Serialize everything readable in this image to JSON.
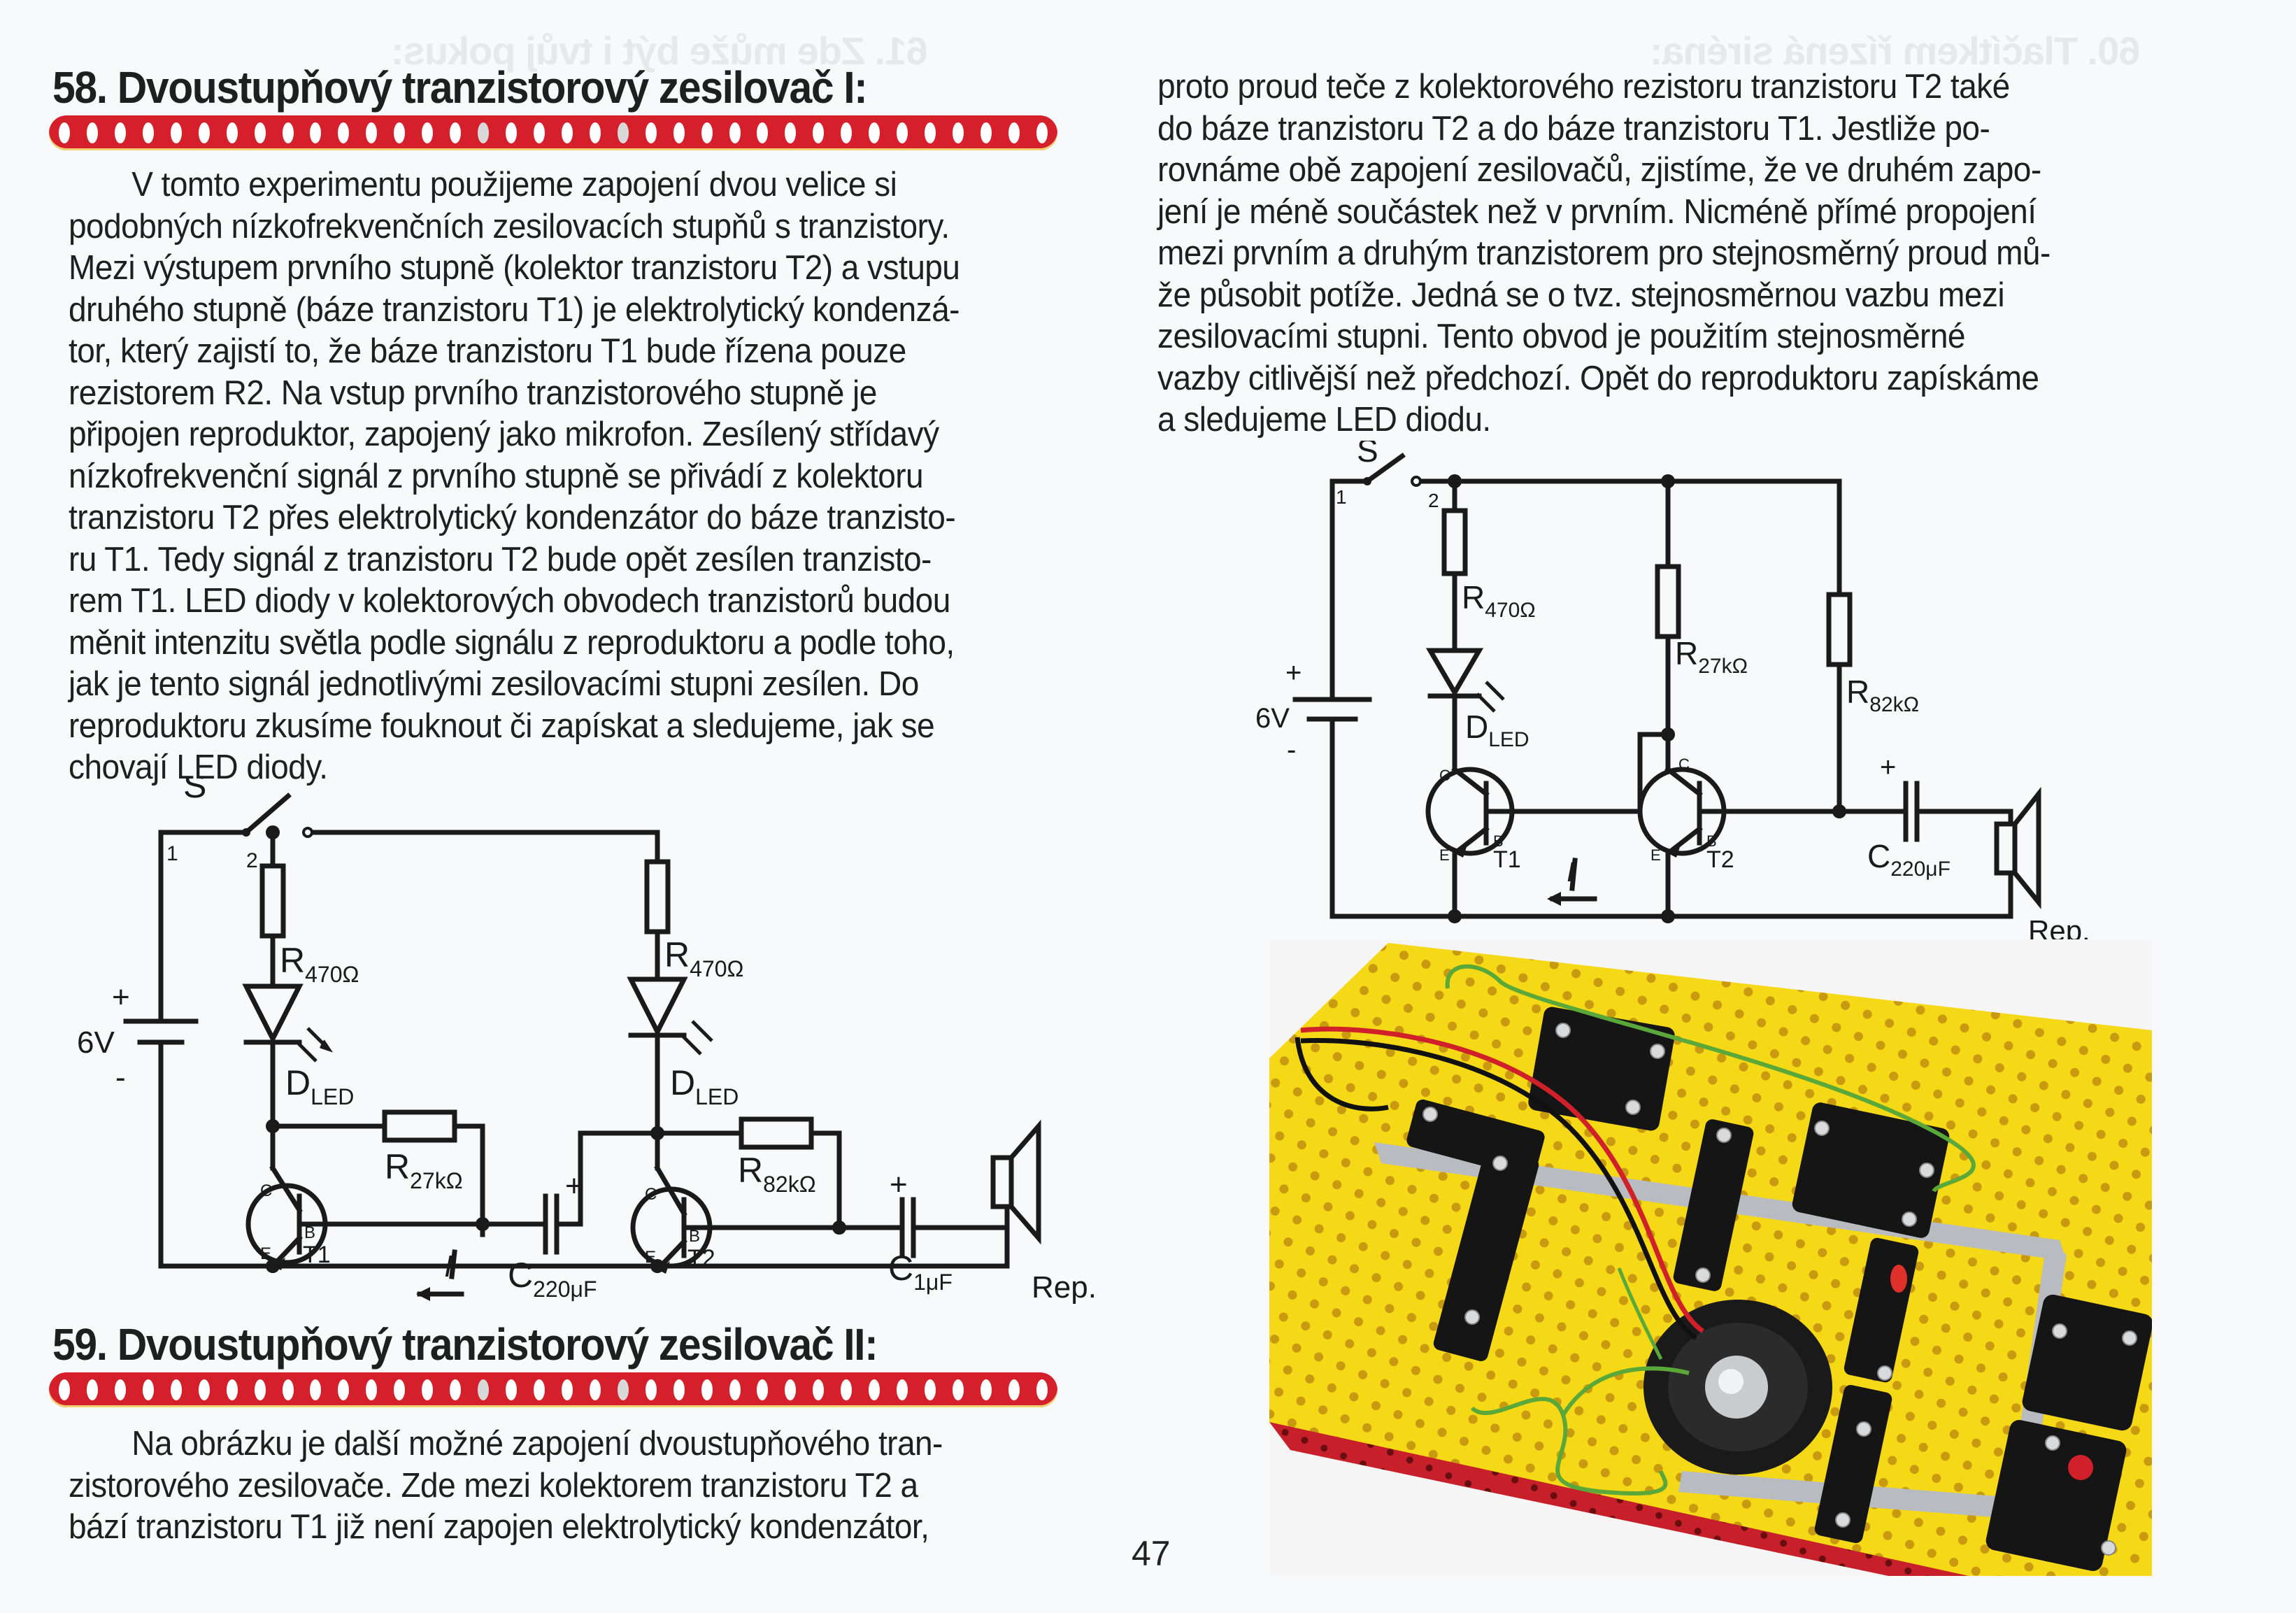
{
  "page_number": "47",
  "bleed_through": {
    "left": "61. Zde může být i tvůj pokus:",
    "right": "60. Tlačítkem řízená siréna:"
  },
  "section58": {
    "title": "58. Dvoustupňový tranzistorový zesilovač I:",
    "paragraph_lines": [
      "V tomto experimentu použijeme zapojení dvou velice si",
      "podobných nízkofrekvenčních zesilovacích stupňů s tranzistory.",
      "Mezi výstupem prvního stupně (kolektor tranzistoru T2) a vstupu",
      "druhého stupně (báze tranzistoru T1) je elektrolytický kondenzá-",
      "tor, který zajistí to, že báze tranzistoru T1 bude řízena pouze",
      "rezistorem R2. Na vstup prvního tranzistorového stupně je",
      "připojen reproduktor, zapojený jako mikrofon. Zesílený střídavý",
      "nízkofrekvenční signál z prvního stupně se přivádí z kolektoru",
      "tranzistoru T2 přes elektrolytický kondenzátor do báze tranzisto-",
      "ru T1. Tedy signál z tranzistoru T2 bude opět zesílen tranzisto-",
      "rem T1. LED diody v kolektorových obvodech tranzistorů budou",
      "měnit intenzitu světla podle signálu z reproduktoru a podle toho,",
      "jak je tento signál jednotlivými zesilovacími stupni zesílen. Do",
      "reproduktoru zkusíme fouknout či zapískat a sledujeme, jak se",
      "chovají LED diody."
    ],
    "diagram": {
      "switch": "S",
      "switch_pin1": "1",
      "switch_pin2": "2",
      "battery_plus": "+",
      "battery_minus": "-",
      "battery": "6V",
      "r1": "R",
      "r1_val": "470Ω",
      "led1": "D",
      "led1_sub": "LED",
      "r2": "R",
      "r2_val": "27kΩ",
      "c1": "C",
      "c1_val": "220μF",
      "c1_plus": "+",
      "r3": "R",
      "r3_val": "470Ω",
      "led2": "D",
      "led2_sub": "LED",
      "r4": "R",
      "r4_val": "82kΩ",
      "c2": "C",
      "c2_val": "1μF",
      "c2_plus": "+",
      "t1": "T",
      "t1_sub": "1",
      "t2": "T",
      "t2_sub": "2",
      "pin_c": "C",
      "pin_b": "B",
      "pin_e": "E",
      "current": "I",
      "speaker": "Rep."
    }
  },
  "section59": {
    "title": "59. Dvoustupňový tranzistorový zesilovač II:",
    "paragraph_lines": [
      "Na obrázku je další možné zapojení dvoustupňového tran-",
      "zistorového zesilovače. Zde mezi kolektorem tranzistoru T2 a",
      "bází tranzistoru T1 již není zapojen elektrolytický kondenzátor,"
    ],
    "continued_lines": [
      "proto proud teče z kolektorového rezistoru tranzistoru T2 také",
      "do báze tranzistoru T2 a do báze tranzistoru T1. Jestliže po-",
      "rovnáme obě zapojení zesilovačů, zjistíme, že ve druhém zapo-",
      "jení je méně součástek než v prvním. Nicméně přímé propojení",
      "mezi prvním a druhým tranzistorem pro stejnosměrný proud mů-",
      "že působit potíže. Jedná se o tvz. stejnosměrnou vazbu mezi",
      "zesilovacími stupni. Tento obvod je použitím stejnosměrné",
      "vazby citlivější než předchozí. Opět do reproduktoru zapískáme",
      "a sledujeme LED diodu."
    ],
    "diagram": {
      "switch": "S",
      "switch_pin1": "1",
      "switch_pin2": "2",
      "battery_plus": "+",
      "battery_minus": "-",
      "battery": "6V",
      "r1": "R",
      "r1_val": "470Ω",
      "led1": "D",
      "led1_sub": "LED",
      "r2": "R",
      "r2_val": "27kΩ",
      "r3": "R",
      "r3_val": "82kΩ",
      "c1": "C",
      "c1_val": "220μF",
      "c1_plus": "+",
      "t1": "T",
      "t1_sub": "1",
      "t2": "T",
      "t2_sub": "2",
      "pin_c": "C",
      "pin_b": "B",
      "pin_e": "E",
      "current": "I",
      "speaker": "Rep."
    }
  },
  "photo": {
    "subject": "assembled-circuit-photo",
    "board_color": "#f5d816",
    "frame_color": "#c8202a",
    "wire_green": "#5aa83a",
    "wire_red": "#d0202a"
  },
  "colors": {
    "strip_red": "#d5202c",
    "text": "#1e2020",
    "paper": "#f7f9fb"
  }
}
